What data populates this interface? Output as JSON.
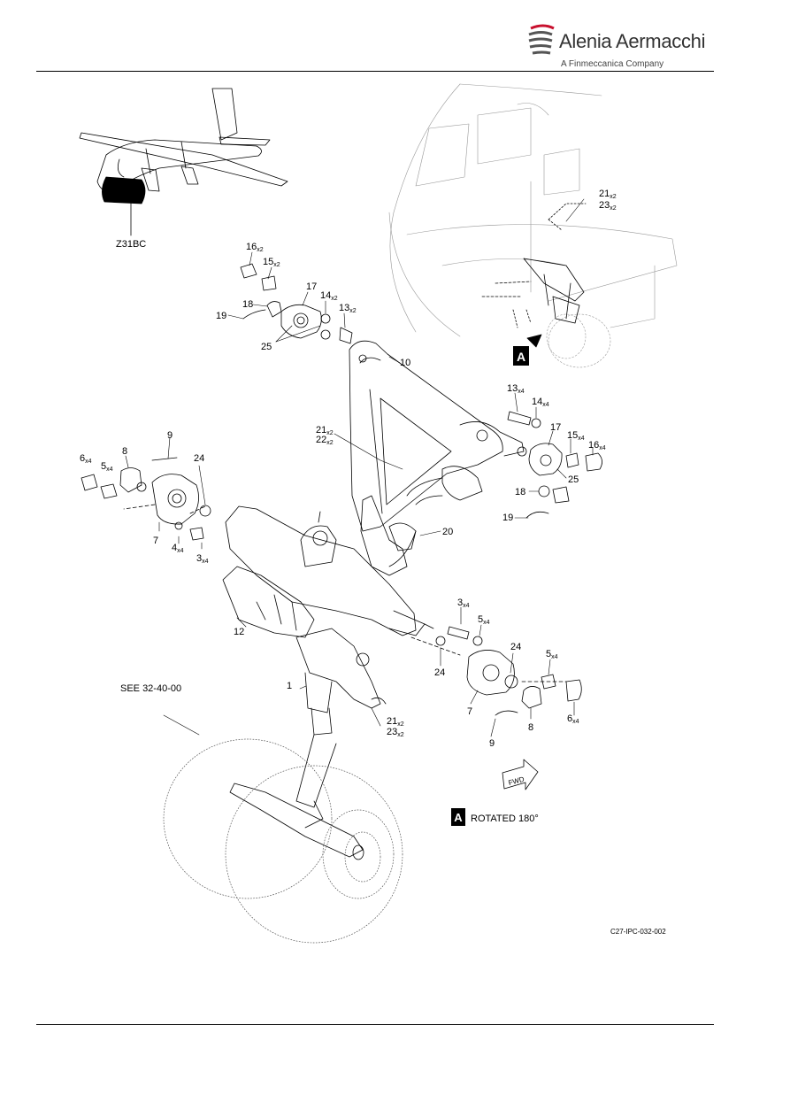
{
  "header": {
    "brand": "Alenia Aermacchi",
    "subtitle": "A Finmeccanica Company"
  },
  "figure": {
    "zone_label": "Z31BC",
    "see_reference": "SEE 32-40-00",
    "view_marker": "A",
    "view_caption": "ROTATED 180°",
    "fwd_label": "FWD",
    "figure_code": "C27-IPC-032-002"
  },
  "callouts": [
    {
      "id": "c16a",
      "num": "16",
      "qty": "x2"
    },
    {
      "id": "c15a",
      "num": "15",
      "qty": "x2"
    },
    {
      "id": "c17a",
      "num": "17",
      "qty": ""
    },
    {
      "id": "c14a",
      "num": "14",
      "qty": "x2"
    },
    {
      "id": "c13a",
      "num": "13",
      "qty": "x2"
    },
    {
      "id": "c18a",
      "num": "18",
      "qty": ""
    },
    {
      "id": "c19a",
      "num": "19",
      "qty": ""
    },
    {
      "id": "c25a",
      "num": "25",
      "qty": ""
    },
    {
      "id": "c10",
      "num": "10",
      "qty": ""
    },
    {
      "id": "c21a",
      "num": "21",
      "qty": "x2"
    },
    {
      "id": "c23a",
      "num": "23",
      "qty": "x2"
    },
    {
      "id": "c13b",
      "num": "13",
      "qty": "x4"
    },
    {
      "id": "c14b",
      "num": "14",
      "qty": "x4"
    },
    {
      "id": "c17b",
      "num": "17",
      "qty": ""
    },
    {
      "id": "c15b",
      "num": "15",
      "qty": "x4"
    },
    {
      "id": "c16b",
      "num": "16",
      "qty": "x4"
    },
    {
      "id": "c25b",
      "num": "25",
      "qty": ""
    },
    {
      "id": "c18b",
      "num": "18",
      "qty": ""
    },
    {
      "id": "c19b",
      "num": "19",
      "qty": ""
    },
    {
      "id": "c21b",
      "num": "21",
      "qty": "x2"
    },
    {
      "id": "c22",
      "num": "22",
      "qty": "x2"
    },
    {
      "id": "c20",
      "num": "20",
      "qty": ""
    },
    {
      "id": "c9a",
      "num": "9",
      "qty": ""
    },
    {
      "id": "c6a",
      "num": "6",
      "qty": "x4"
    },
    {
      "id": "c8a",
      "num": "8",
      "qty": ""
    },
    {
      "id": "c24a",
      "num": "24",
      "qty": ""
    },
    {
      "id": "c5a",
      "num": "5",
      "qty": "x4"
    },
    {
      "id": "c7a",
      "num": "7",
      "qty": ""
    },
    {
      "id": "c4",
      "num": "4",
      "qty": "x4"
    },
    {
      "id": "c3a",
      "num": "3",
      "qty": "x4"
    },
    {
      "id": "c12",
      "num": "12",
      "qty": ""
    },
    {
      "id": "c3b",
      "num": "3",
      "qty": "x4"
    },
    {
      "id": "c5b",
      "num": "5",
      "qty": "x4"
    },
    {
      "id": "c24b",
      "num": "24",
      "qty": ""
    },
    {
      "id": "c24c",
      "num": "24",
      "qty": ""
    },
    {
      "id": "c5c",
      "num": "5",
      "qty": "x4"
    },
    {
      "id": "c1",
      "num": "1",
      "qty": ""
    },
    {
      "id": "c7b",
      "num": "7",
      "qty": ""
    },
    {
      "id": "c6b",
      "num": "6",
      "qty": "x4"
    },
    {
      "id": "c8b",
      "num": "8",
      "qty": ""
    },
    {
      "id": "c21c",
      "num": "21",
      "qty": "x2"
    },
    {
      "id": "c23b",
      "num": "23",
      "qty": "x2"
    },
    {
      "id": "c9b",
      "num": "9",
      "qty": ""
    }
  ]
}
